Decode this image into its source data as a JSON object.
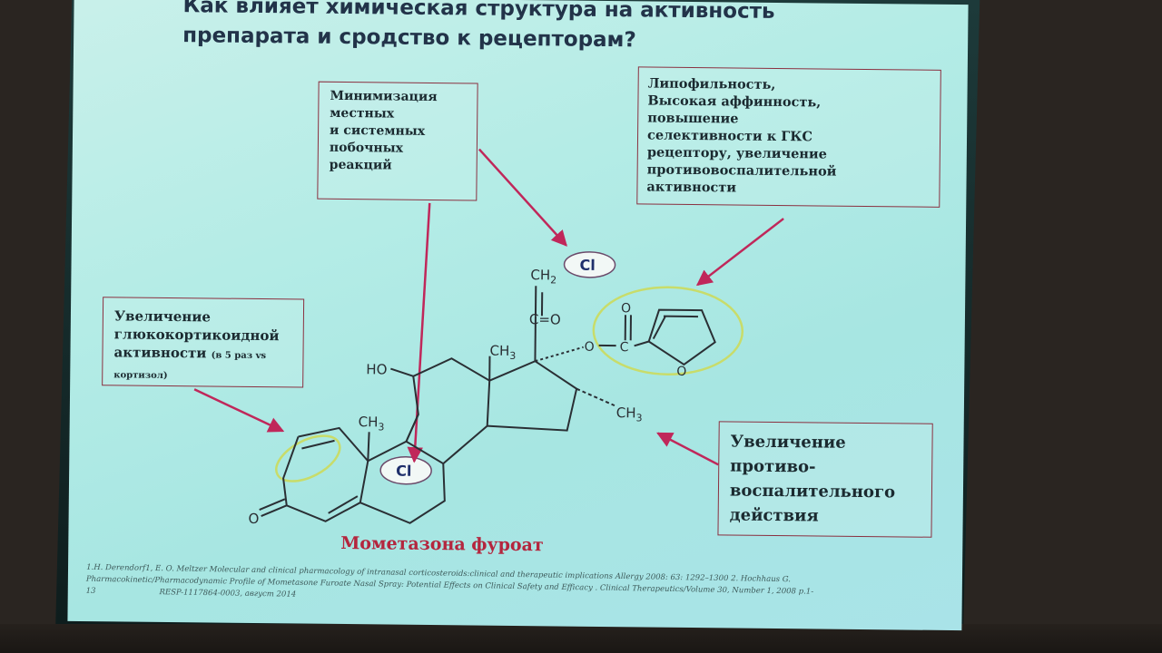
{
  "slide": {
    "title_line1": "Как влияет химическая структура на активность",
    "title_line2": "препарата и сродство к рецепторам?",
    "callouts": {
      "side_effects": [
        "Минимизация",
        "местных",
        "и системных",
        "побочных",
        "реакций"
      ],
      "lipophilicity": [
        "Липофильность,",
        "Высокая аффинность,",
        "повышение",
        "селективности к ГКС",
        "рецептору, увеличение",
        "противовоспалительной",
        "активности"
      ],
      "glucocorticoid_line1": "Увеличение",
      "glucocorticoid_line2": "глюкокортикоидной",
      "glucocorticoid_line3": "активности",
      "glucocorticoid_small1": "(в 5 раз vs",
      "glucocorticoid_small2": "кортизол)",
      "anti_inflammatory": [
        "Увеличение",
        "противо-",
        "воспалительного",
        "действия"
      ]
    },
    "molecule": {
      "cl_top": "Cl",
      "cl_ring": "Cl",
      "ch2": "CH",
      "ch2_sub": "2",
      "carbonyl": "C=O",
      "ch3_top": "CH",
      "ch3_top_sub": "3",
      "ch3_left": "CH",
      "ch3_left_sub": "3",
      "ch3_right": "CH",
      "ch3_right_sub": "3",
      "ho": "HO",
      "o_ketone": "O",
      "ester_o": "O",
      "ester_c": "C",
      "ester_dbl_o": "O",
      "furan_o": "O"
    },
    "drug_name": "Мометазона фуроат",
    "references": {
      "line1": "1.H. Derendorf1, E. O. Meltzer Molecular and clinical pharmacology of intranasal corticosteroids:clinical and therapeutic implications Allergy 2008: 63: 1292–1300   2. Hochhaus G.",
      "line2": "Pharmacokinetic/Pharmacodynamic Profile of Mometasone Furoate Nasal Spray: Potential Effects on Clinical Safety and Efficacy . Clinical Therapeutics/Volume 30, Number 1, 2008 p.1-",
      "line3_num": "13",
      "line3_code": "RESP-1117864-0003, август 2014"
    }
  },
  "colors": {
    "title": "#223349",
    "arrow": "#c0275a",
    "box_border": "#8a3040",
    "highlight_ellipse": "#c8dc6a",
    "drug_name": "#b4263e",
    "slide_bg": "#b4ece6"
  }
}
